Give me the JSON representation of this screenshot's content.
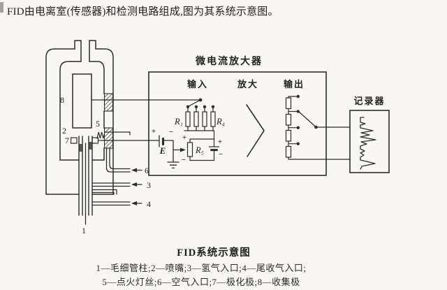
{
  "intro": {
    "text": "FID由电离室(传感器)和检测电路组成,图为其系统示意图。"
  },
  "detector": {
    "labels": {
      "collector": "8",
      "nozzle": "2",
      "polarizer": "7",
      "filament": "5",
      "column": "1",
      "air_inlet": "6",
      "hydrogen_inlet": "3",
      "makeup_inlet": "4"
    }
  },
  "amplifier": {
    "title": "微电流放大器",
    "input_label": "输入",
    "amplify_label": "放大",
    "output_label": "输出",
    "r1": "R₁",
    "r4": "R₄",
    "r5": "R₅",
    "battery": "E",
    "plus": "+",
    "minus": "−"
  },
  "recorder": {
    "title": "记录器"
  },
  "caption": {
    "title": "FID系统示意图",
    "legend_line1": "1—毛细管柱;2—喷嘴;3—氢气入口;4—尾收气入口;",
    "legend_line2": "5—点火灯丝;6—空气入口;7—极化极;8—收集极"
  }
}
